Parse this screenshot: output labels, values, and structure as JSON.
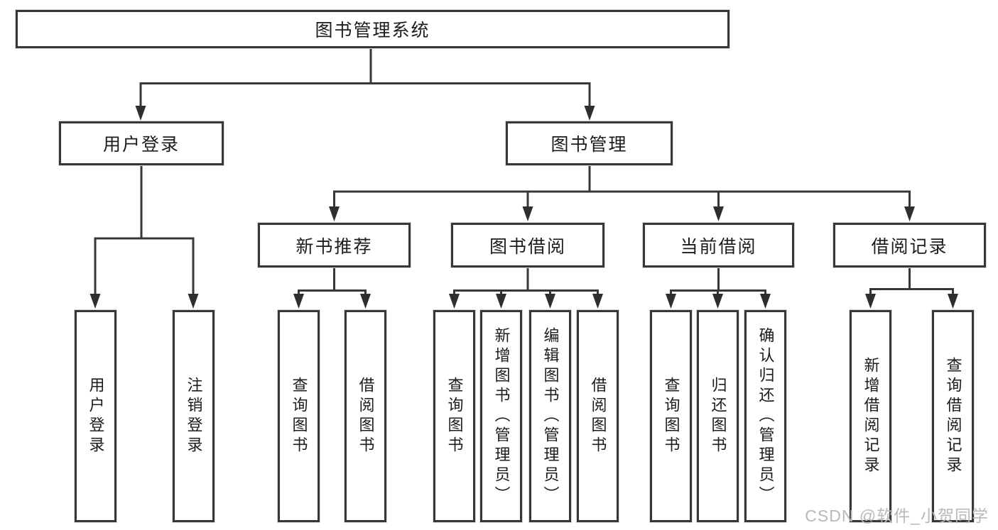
{
  "diagram": {
    "title": "图书管理系统",
    "nodes": {
      "root": "图书管理系统",
      "user_login": "用户登录",
      "book_mgmt": "图书管理",
      "new_book": "新书推荐",
      "book_borrow": "图书借阅",
      "current_borrow": "当前借阅",
      "borrow_record": "借阅记录",
      "leaf_user_login": "用户登录",
      "leaf_logout": "注销登录",
      "leaf_nb_query": "查询图书",
      "leaf_nb_borrow": "借阅图书",
      "leaf_bb_query": "查询图书",
      "leaf_bb_add": "新增图书（管理员）",
      "leaf_bb_edit": "编辑图书（管理员）",
      "leaf_bb_borrow": "借阅图书",
      "leaf_cb_query": "查询图书",
      "leaf_cb_return": "归还图书",
      "leaf_cb_confirm": "确认归还（管理员）",
      "leaf_br_add": "新增借阅记录",
      "leaf_br_query": "查询借阅记录"
    },
    "hierarchy": {
      "图书管理系统": {
        "用户登录": [
          "用户登录",
          "注销登录"
        ],
        "图书管理": {
          "新书推荐": [
            "查询图书",
            "借阅图书"
          ],
          "图书借阅": [
            "查询图书",
            "新增图书（管理员）",
            "编辑图书（管理员）",
            "借阅图书"
          ],
          "当前借阅": [
            "查询图书",
            "归还图书",
            "确认归还（管理员）"
          ],
          "借阅记录": [
            "新增借阅记录",
            "查询借阅记录"
          ]
        }
      }
    },
    "line_color": "#373737",
    "box_border_color": "#373737",
    "background_color": "#ffffff"
  },
  "watermark": {
    "text": "CSDN @软件_小贺同学",
    "color": "#b9b9b9"
  }
}
